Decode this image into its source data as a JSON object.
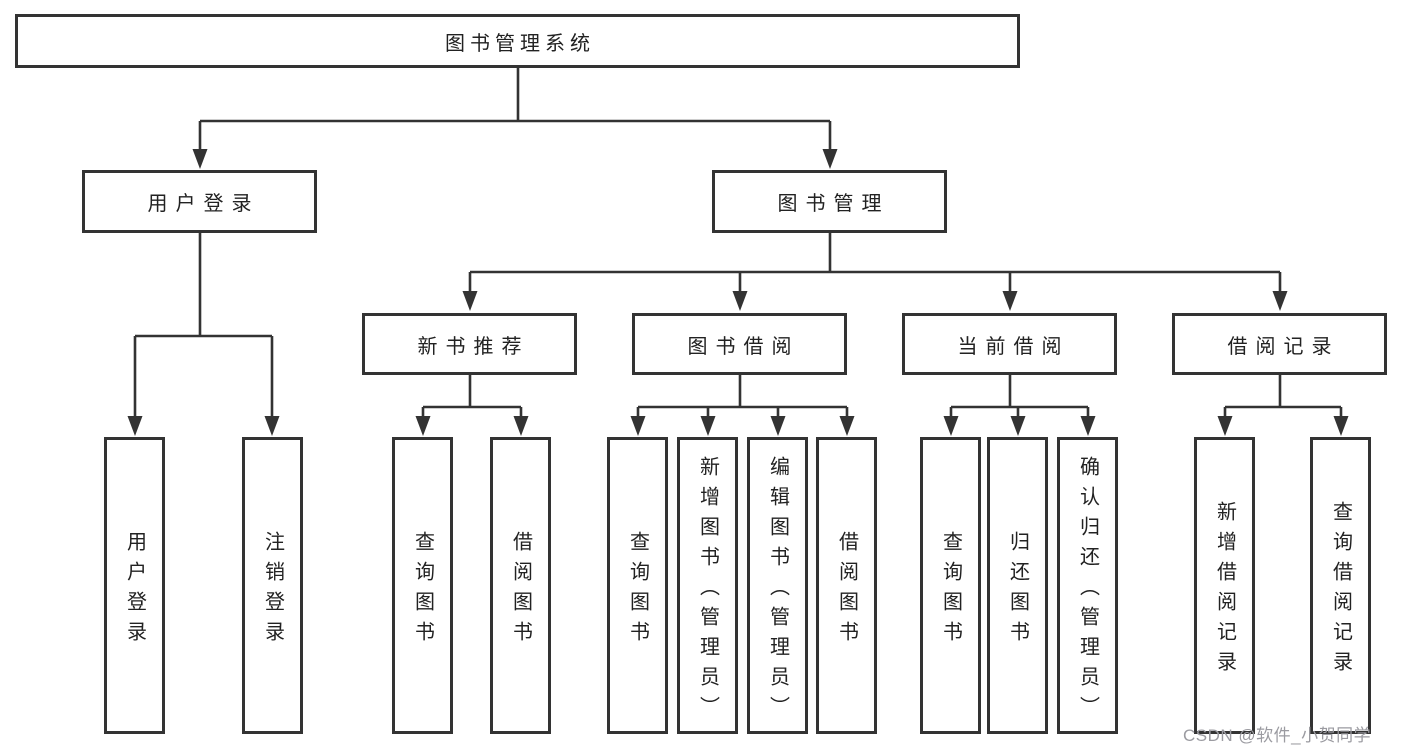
{
  "tree": {
    "label": "图书管理系统",
    "children": [
      {
        "label": "用户登录",
        "children": [
          {
            "label": "用户登录"
          },
          {
            "label": "注销登录"
          }
        ]
      },
      {
        "label": "图书管理",
        "children": [
          {
            "label": "新书推荐",
            "children": [
              {
                "label": "查询图书"
              },
              {
                "label": "借阅图书"
              }
            ]
          },
          {
            "label": "图书借阅",
            "children": [
              {
                "label": "查询图书"
              },
              {
                "label": "新增图书（管理员）"
              },
              {
                "label": "编辑图书（管理员）"
              },
              {
                "label": "借阅图书"
              }
            ]
          },
          {
            "label": "当前借阅",
            "children": [
              {
                "label": "查询图书"
              },
              {
                "label": "归还图书"
              },
              {
                "label": "确认归还（管理员）"
              }
            ]
          },
          {
            "label": "借阅记录",
            "children": [
              {
                "label": "新增借阅记录"
              },
              {
                "label": "查询借阅记录"
              }
            ]
          }
        ]
      }
    ]
  },
  "watermark": {
    "text": "CSDN @软件_小贺同学"
  },
  "colors": {
    "line": "#333333",
    "box_border": "#333333",
    "text": "#222222",
    "background": "#ffffff",
    "watermark_text": "#9b9ba1"
  }
}
